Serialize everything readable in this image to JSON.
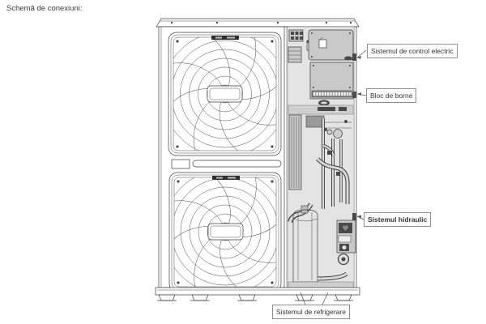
{
  "title": "Schemă de conexiuni:",
  "callouts": {
    "electric_control": "Sistemul de control electric",
    "terminal_block": "Bloc de borne",
    "hydraulic": "Sistemul hidraulic",
    "refrigeration": "Sistemul de refrigerare"
  },
  "colors": {
    "line": "#3c3c3c",
    "component_fill": "#c9c9c9",
    "compartment_fill": "#e4e4e4",
    "label_border": "#8f8f8f",
    "text": "#333333",
    "background": "#ffffff"
  }
}
